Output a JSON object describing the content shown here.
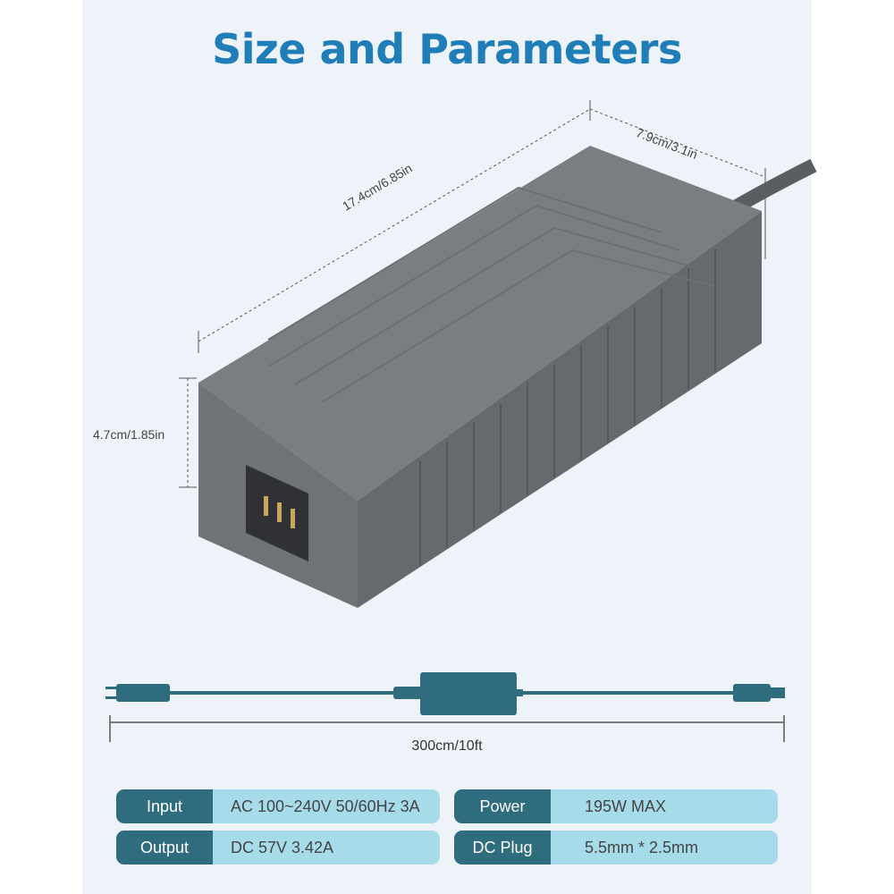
{
  "title": "Size and Parameters",
  "dimensions": {
    "length": "17.4cm/6.85in",
    "width": "7.9cm/3.1in",
    "height": "4.7cm/1.85in",
    "cable_length": "300cm/10ft"
  },
  "specs": [
    {
      "label": "Input",
      "value": "AC 100~240V 50/60Hz 3A"
    },
    {
      "label": "Power",
      "value": "195W MAX"
    },
    {
      "label": "Output",
      "value": "DC 57V 3.42A"
    },
    {
      "label": "DC Plug",
      "value": "5.5mm * 2.5mm"
    }
  ],
  "colors": {
    "title": "#1f7db8",
    "label_bg": "#2f6c7e",
    "value_bg": "#a6dbea",
    "adapter": "#6b6e72"
  }
}
